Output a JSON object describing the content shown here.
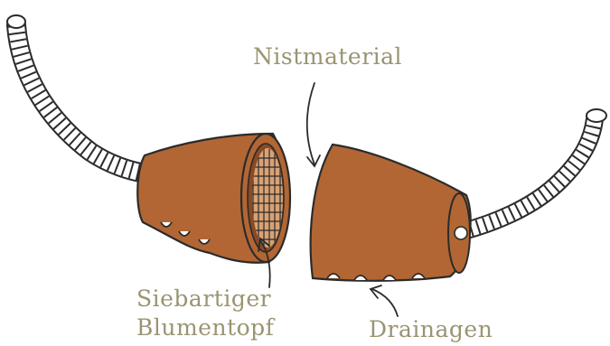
{
  "labels": {
    "nest_material": "Nistmaterial",
    "sieve_pot_line1": "Siebartiger",
    "sieve_pot_line2": "Blumentopf",
    "drainage": "Drainagen"
  },
  "colors": {
    "pot": "#b26634",
    "outline": "#2b2b2b",
    "label": "#9a9473"
  }
}
